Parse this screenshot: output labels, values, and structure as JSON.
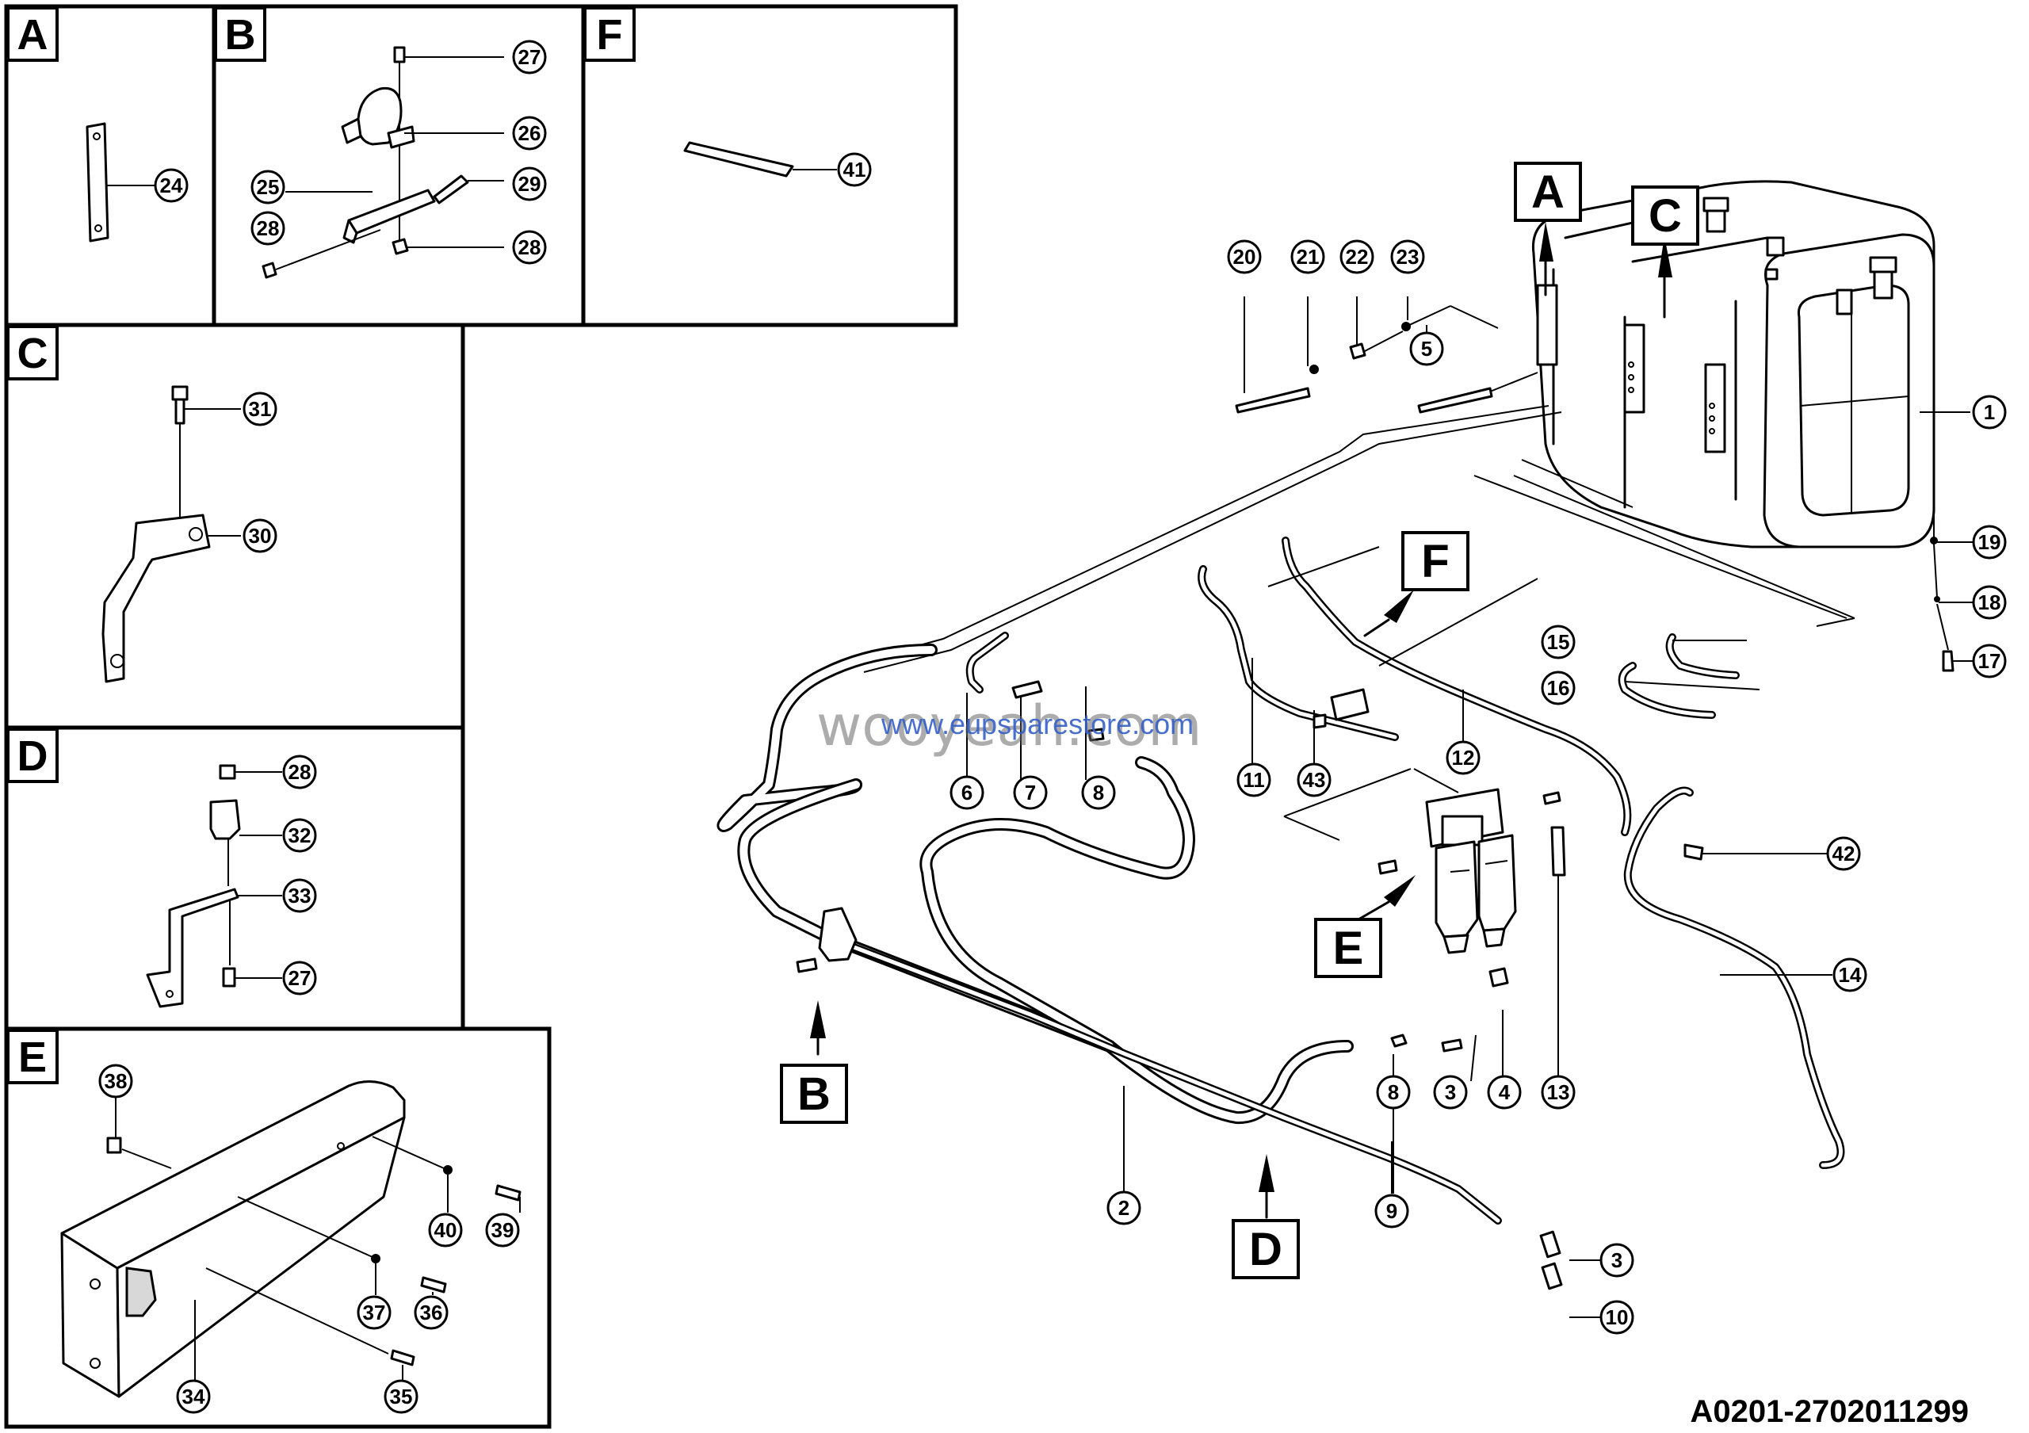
{
  "drawing_number": "A0201-2702011299",
  "watermark_main": "wooyeah.com",
  "watermark_url": "www.eupsparestore.com",
  "detail_views": {
    "A": "A",
    "B": "B",
    "C": "C",
    "D": "D",
    "E": "E",
    "F": "F"
  },
  "callouts": {
    "c1": "1",
    "c2": "2",
    "c3a": "3",
    "c3b": "3",
    "c4": "4",
    "c5": "5",
    "c6": "6",
    "c7": "7",
    "c8a": "8",
    "c8b": "8",
    "c9": "9",
    "c10": "10",
    "c11": "11",
    "c12": "12",
    "c13": "13",
    "c14": "14",
    "c15": "15",
    "c16": "16",
    "c17": "17",
    "c18": "18",
    "c19": "19",
    "c20": "20",
    "c21": "21",
    "c22": "22",
    "c23": "23",
    "c24": "24",
    "c25": "25",
    "c26": "26",
    "c27a": "27",
    "c27b": "27",
    "c28a": "28",
    "c28b": "28",
    "c28c": "28",
    "c29": "29",
    "c30": "30",
    "c31": "31",
    "c32": "32",
    "c33": "33",
    "c34": "34",
    "c35": "35",
    "c36": "36",
    "c37": "37",
    "c38": "38",
    "c39": "39",
    "c40": "40",
    "c41": "41",
    "c42": "42",
    "c43": "43"
  }
}
